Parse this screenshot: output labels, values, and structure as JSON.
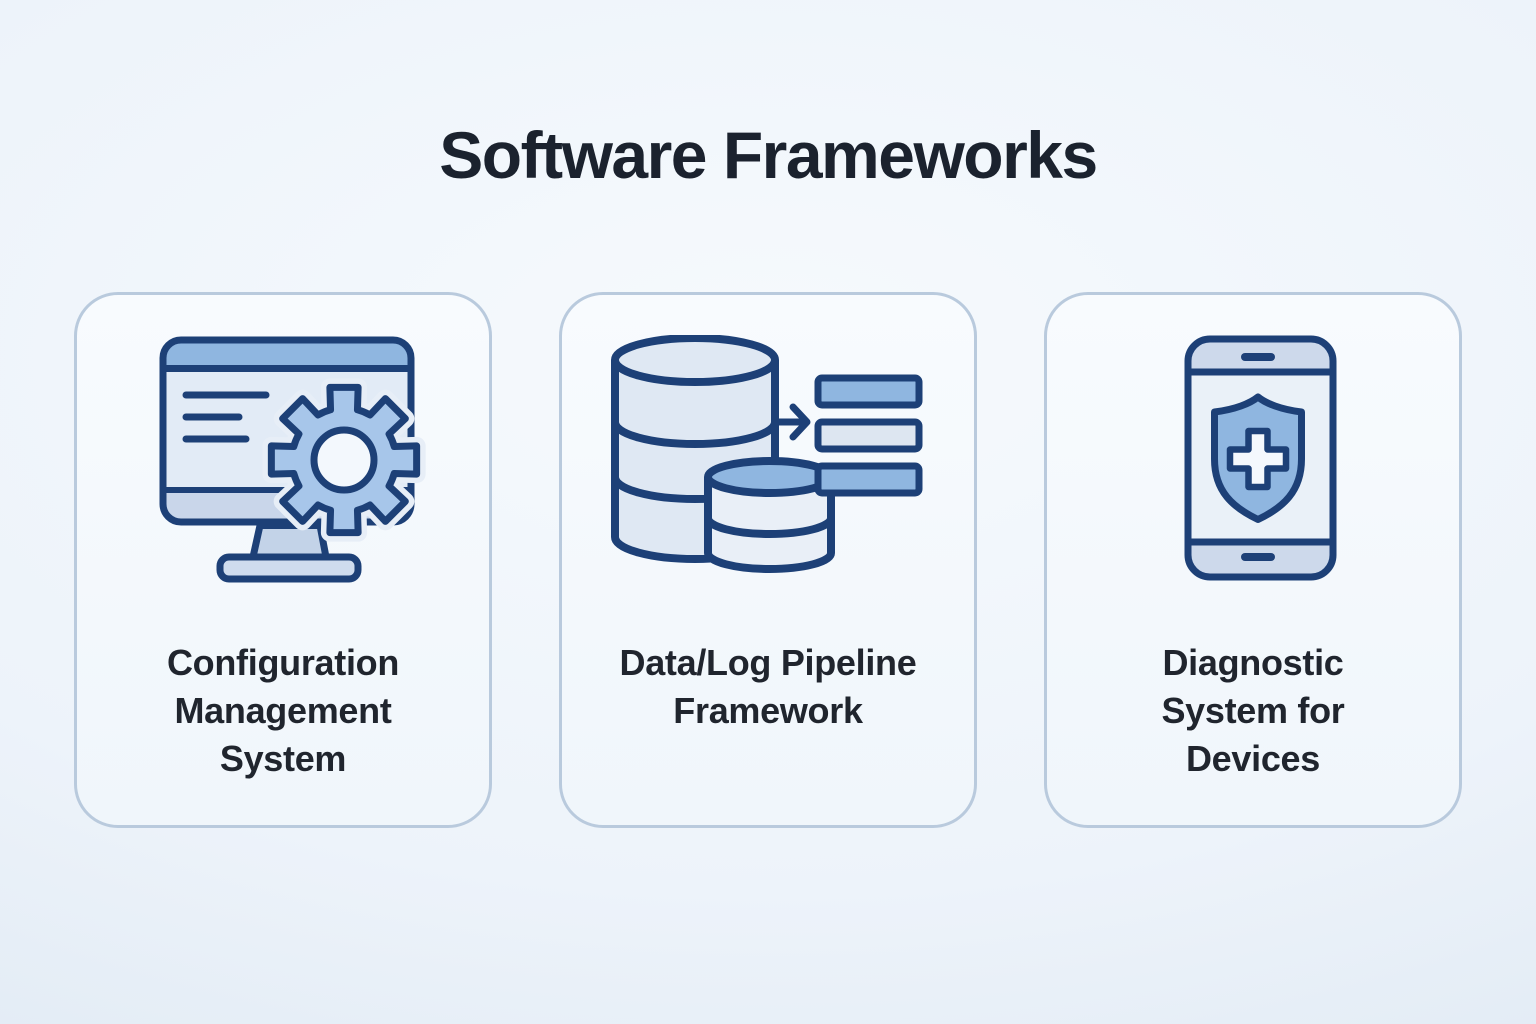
{
  "title": "Software Frameworks",
  "cards": [
    {
      "label": "Configuration\nManagement\nSystem",
      "icon": "monitor-gear-icon"
    },
    {
      "label": "Data/Log Pipeline\nFramework",
      "icon": "database-pipeline-icon"
    },
    {
      "label": "Diagnostic\nSystem for\nDevices",
      "icon": "phone-shield-icon"
    }
  ],
  "colors": {
    "ink": "#1d4077",
    "blue-mid": "#8fb6e0",
    "blue-soft": "#a7c6ea",
    "fill-light": "#dfe8f3",
    "fill-lighter": "#e9eff7",
    "band": "#c9d6ea",
    "card-border": "#b9cadd",
    "card-bg": "#f5f9fd",
    "title-ink": "#1b222e",
    "halo": "#e7eef7"
  }
}
